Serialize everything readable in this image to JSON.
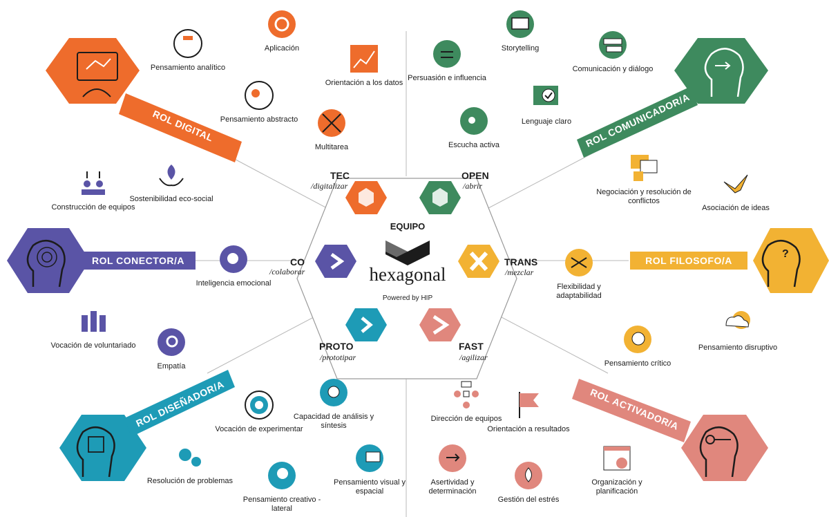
{
  "center": {
    "equipo": "EQUIPO",
    "brand": "hexagonal",
    "powered": "Powered by HIP"
  },
  "principles": {
    "tec": {
      "name": "TEC",
      "sub": "/digitalizar",
      "color": "#ee6c2c"
    },
    "open": {
      "name": "OPEN",
      "sub": "/abrir",
      "color": "#3e8a5e"
    },
    "co": {
      "name": "CO",
      "sub": "/colaborar",
      "color": "#5a54a6"
    },
    "trans": {
      "name": "TRANS",
      "sub": "/mezclar",
      "color": "#f2b233"
    },
    "proto": {
      "name": "PROTO",
      "sub": "/prototipar",
      "color": "#1e9bb6"
    },
    "fast": {
      "name": "FAST",
      "sub": "/agilizar",
      "color": "#e0877d"
    }
  },
  "roles": {
    "digital": {
      "label": "ROL DIGITAL",
      "color": "#ee6c2c",
      "icon": "computer-head-icon"
    },
    "comunicador": {
      "label": "ROL COMUNICADOR/A",
      "color": "#3e8a5e",
      "icon": "speaking-head-icon"
    },
    "conector": {
      "label": "ROL CONECTOR/A",
      "color": "#5a54a6",
      "icon": "network-head-icon"
    },
    "filosofo": {
      "label": "ROL FILOSOFO/A",
      "color": "#f2b233",
      "icon": "thinking-head-icon"
    },
    "disenador": {
      "label": "ROL DISEÑADOR/A",
      "color": "#1e9bb6",
      "icon": "cube-head-icon"
    },
    "activador": {
      "label": "ROL ACTIVADOR/A",
      "color": "#e0877d",
      "icon": "key-head-icon"
    }
  },
  "skills": {
    "pensamiento_analitico": "Pensamiento analítico",
    "aplicacion": "Aplicación",
    "orientacion_datos": "Orientación a los datos",
    "pensamiento_abstracto": "Pensamiento abstracto",
    "multitarea": "Multitarea",
    "storytelling": "Storytelling",
    "persuasion": "Persuasión e influencia",
    "comunicacion": "Comunicación y diálogo",
    "lenguaje_claro": "Lenguaje claro",
    "escucha_activa": "Escucha activa",
    "negociacion": "Negociación y resolución de conflictos",
    "asociacion": "Asociación de ideas",
    "construccion_equipos": "Construcción de equipos",
    "sostenibilidad": "Sostenibilidad eco-social",
    "inteligencia_emocional": "Inteligencia emocional",
    "vocacion_voluntariado": "Vocación de voluntariado",
    "empatia": "Empatía",
    "flexibilidad": "Flexibilidad y adaptabilidad",
    "pensamiento_critico": "Pensamiento crítico",
    "pensamiento_disruptivo": "Pensamiento disruptivo",
    "vocacion_experimentar": "Vocación de experimentar",
    "capacidad_analisis": "Capacidad de análisis y síntesis",
    "resolucion_problemas": "Resolución de problemas",
    "pensamiento_creativo": "Pensamiento creativo - lateral",
    "pensamiento_visual": "Pensamiento visual y espacial",
    "direccion_equipos": "Dirección de equipos",
    "orientacion_resultados": "Orientación a resultados",
    "asertividad": "Asertividad y determinación",
    "gestion_estres": "Gestión del estrés",
    "organizacion": "Organización y planificación"
  }
}
